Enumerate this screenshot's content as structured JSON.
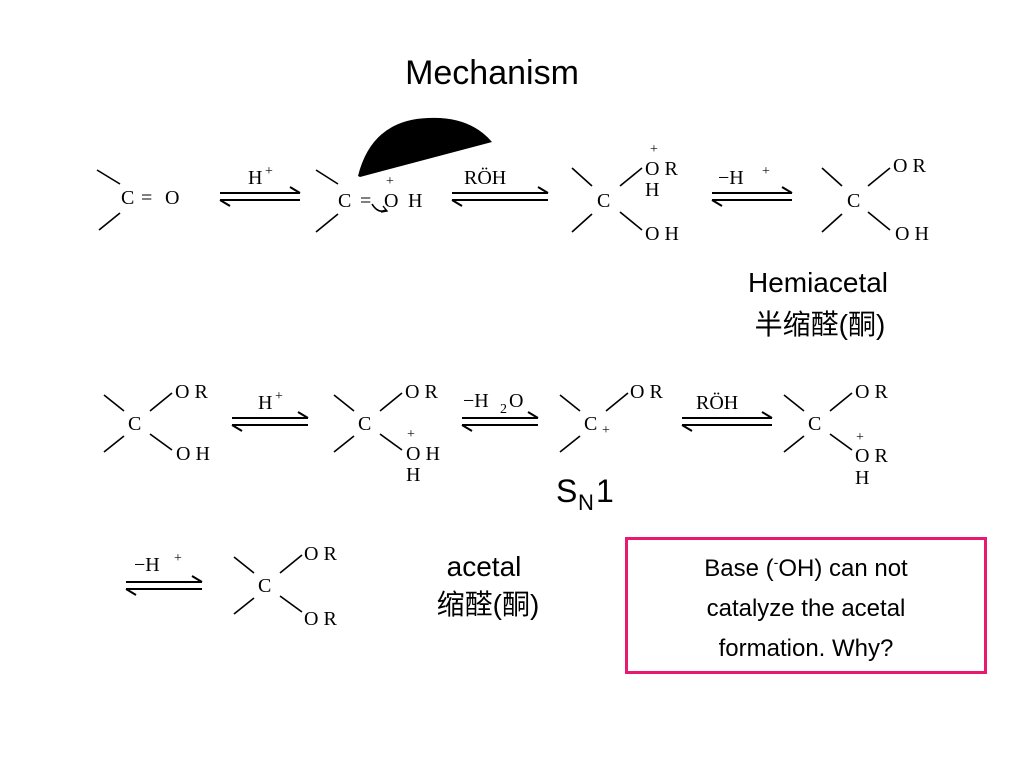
{
  "title": "Mechanism",
  "atoms": {
    "c": "C",
    "eq": "=",
    "o": "O",
    "h": "H",
    "or": "O R",
    "oh": "O H",
    "r": "R",
    "plus": "+",
    "dots": "··",
    "minus": "−"
  },
  "reagents": {
    "h_plus": "H",
    "roh": "RÖH",
    "minus_h_plus": "−H",
    "minus_h2o_h": "−H",
    "minus_h2o_2": "2",
    "minus_h2o_o": "O"
  },
  "labels": {
    "hemiacetal": "Hemiacetal",
    "hemiacetal_cn": "半缩醛(酮)",
    "sn1_s": "S",
    "sn1_n": "N",
    "sn1_1": "1",
    "acetal": "acetal",
    "acetal_cn": "缩醛(酮)"
  },
  "note": {
    "line1_a": "Base (",
    "line1_sup": "-",
    "line1_b": "OH) can not",
    "line2": "catalyze the acetal",
    "line3": "formation. Why?",
    "border_color": "#e8196e"
  }
}
